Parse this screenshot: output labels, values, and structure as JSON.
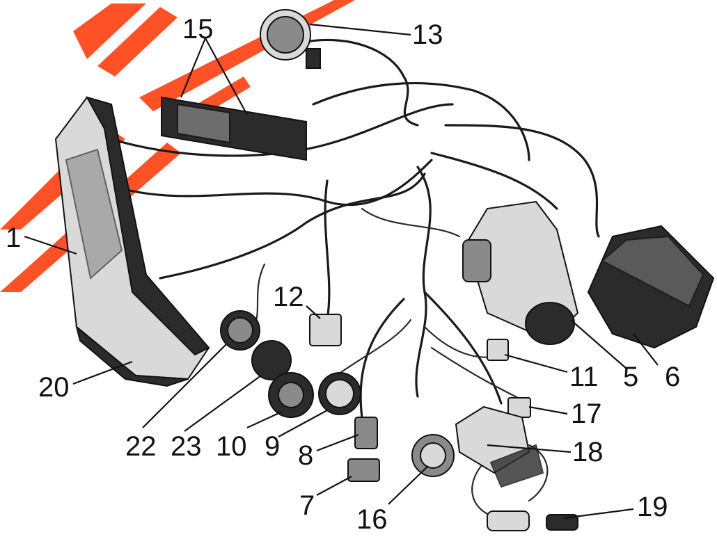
{
  "callouts": [
    {
      "id": "1",
      "label": "1"
    },
    {
      "id": "5",
      "label": "5"
    },
    {
      "id": "6",
      "label": "6"
    },
    {
      "id": "7",
      "label": "7"
    },
    {
      "id": "8",
      "label": "8"
    },
    {
      "id": "9",
      "label": "9"
    },
    {
      "id": "10",
      "label": "10"
    },
    {
      "id": "11",
      "label": "11"
    },
    {
      "id": "12",
      "label": "12"
    },
    {
      "id": "13",
      "label": "13"
    },
    {
      "id": "15",
      "label": "15"
    },
    {
      "id": "16",
      "label": "16"
    },
    {
      "id": "17",
      "label": "17"
    },
    {
      "id": "18",
      "label": "18"
    },
    {
      "id": "19",
      "label": "19"
    },
    {
      "id": "20",
      "label": "20"
    },
    {
      "id": "22",
      "label": "22"
    },
    {
      "id": "23",
      "label": "23"
    }
  ],
  "colors": {
    "watermark": "#ff3300",
    "ink": "#111111"
  }
}
